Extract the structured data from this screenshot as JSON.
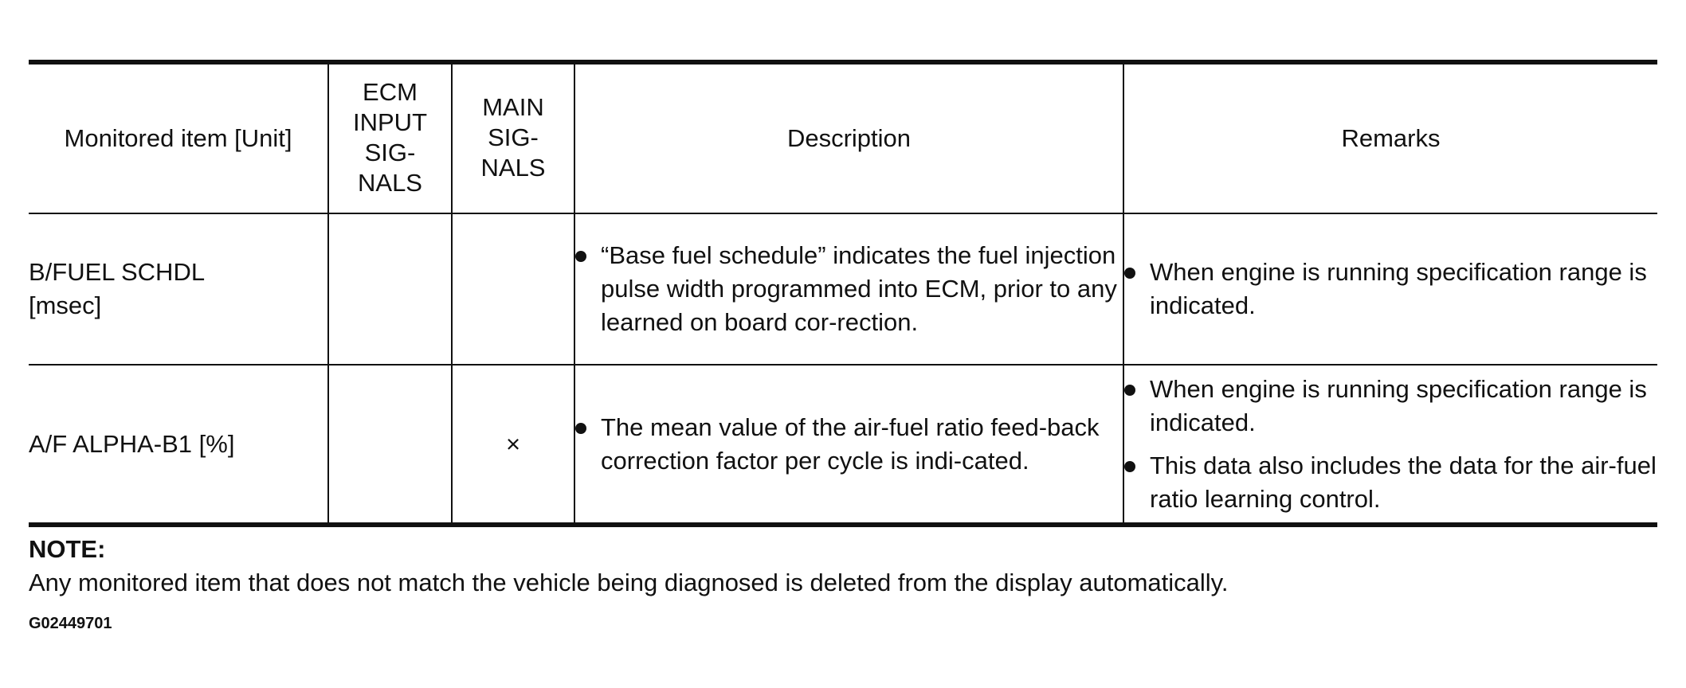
{
  "table": {
    "headers": {
      "item": "Monitored item [Unit]",
      "ecm_input_lines": [
        "ECM",
        "INPUT",
        "SIG-",
        "NALS"
      ],
      "main_lines": [
        "MAIN",
        "SIG-",
        "NALS"
      ],
      "description": "Description",
      "remarks": "Remarks"
    },
    "rows": [
      {
        "item_lines": [
          "B/FUEL SCHDL",
          "[msec]"
        ],
        "ecm_input": "",
        "main": "",
        "description": [
          "“Base fuel schedule” indicates the fuel injection pulse width programmed into ECM, prior to any learned on board cor-rection."
        ],
        "remarks": [
          "When engine is running specification range is indicated."
        ]
      },
      {
        "item_lines": [
          "A/F ALPHA-B1 [%]"
        ],
        "ecm_input": "",
        "main": "×",
        "description": [
          "The mean value of the air-fuel ratio feed-back correction factor per cycle is indi-cated."
        ],
        "remarks": [
          "When engine is running specification range is indicated.",
          "This data also includes the data for the air-fuel ratio learning control."
        ]
      }
    ]
  },
  "note": {
    "title": "NOTE:",
    "text": "Any monitored item that does not match the vehicle being diagnosed is deleted from the display automatically."
  },
  "figure_code": "G02449701"
}
